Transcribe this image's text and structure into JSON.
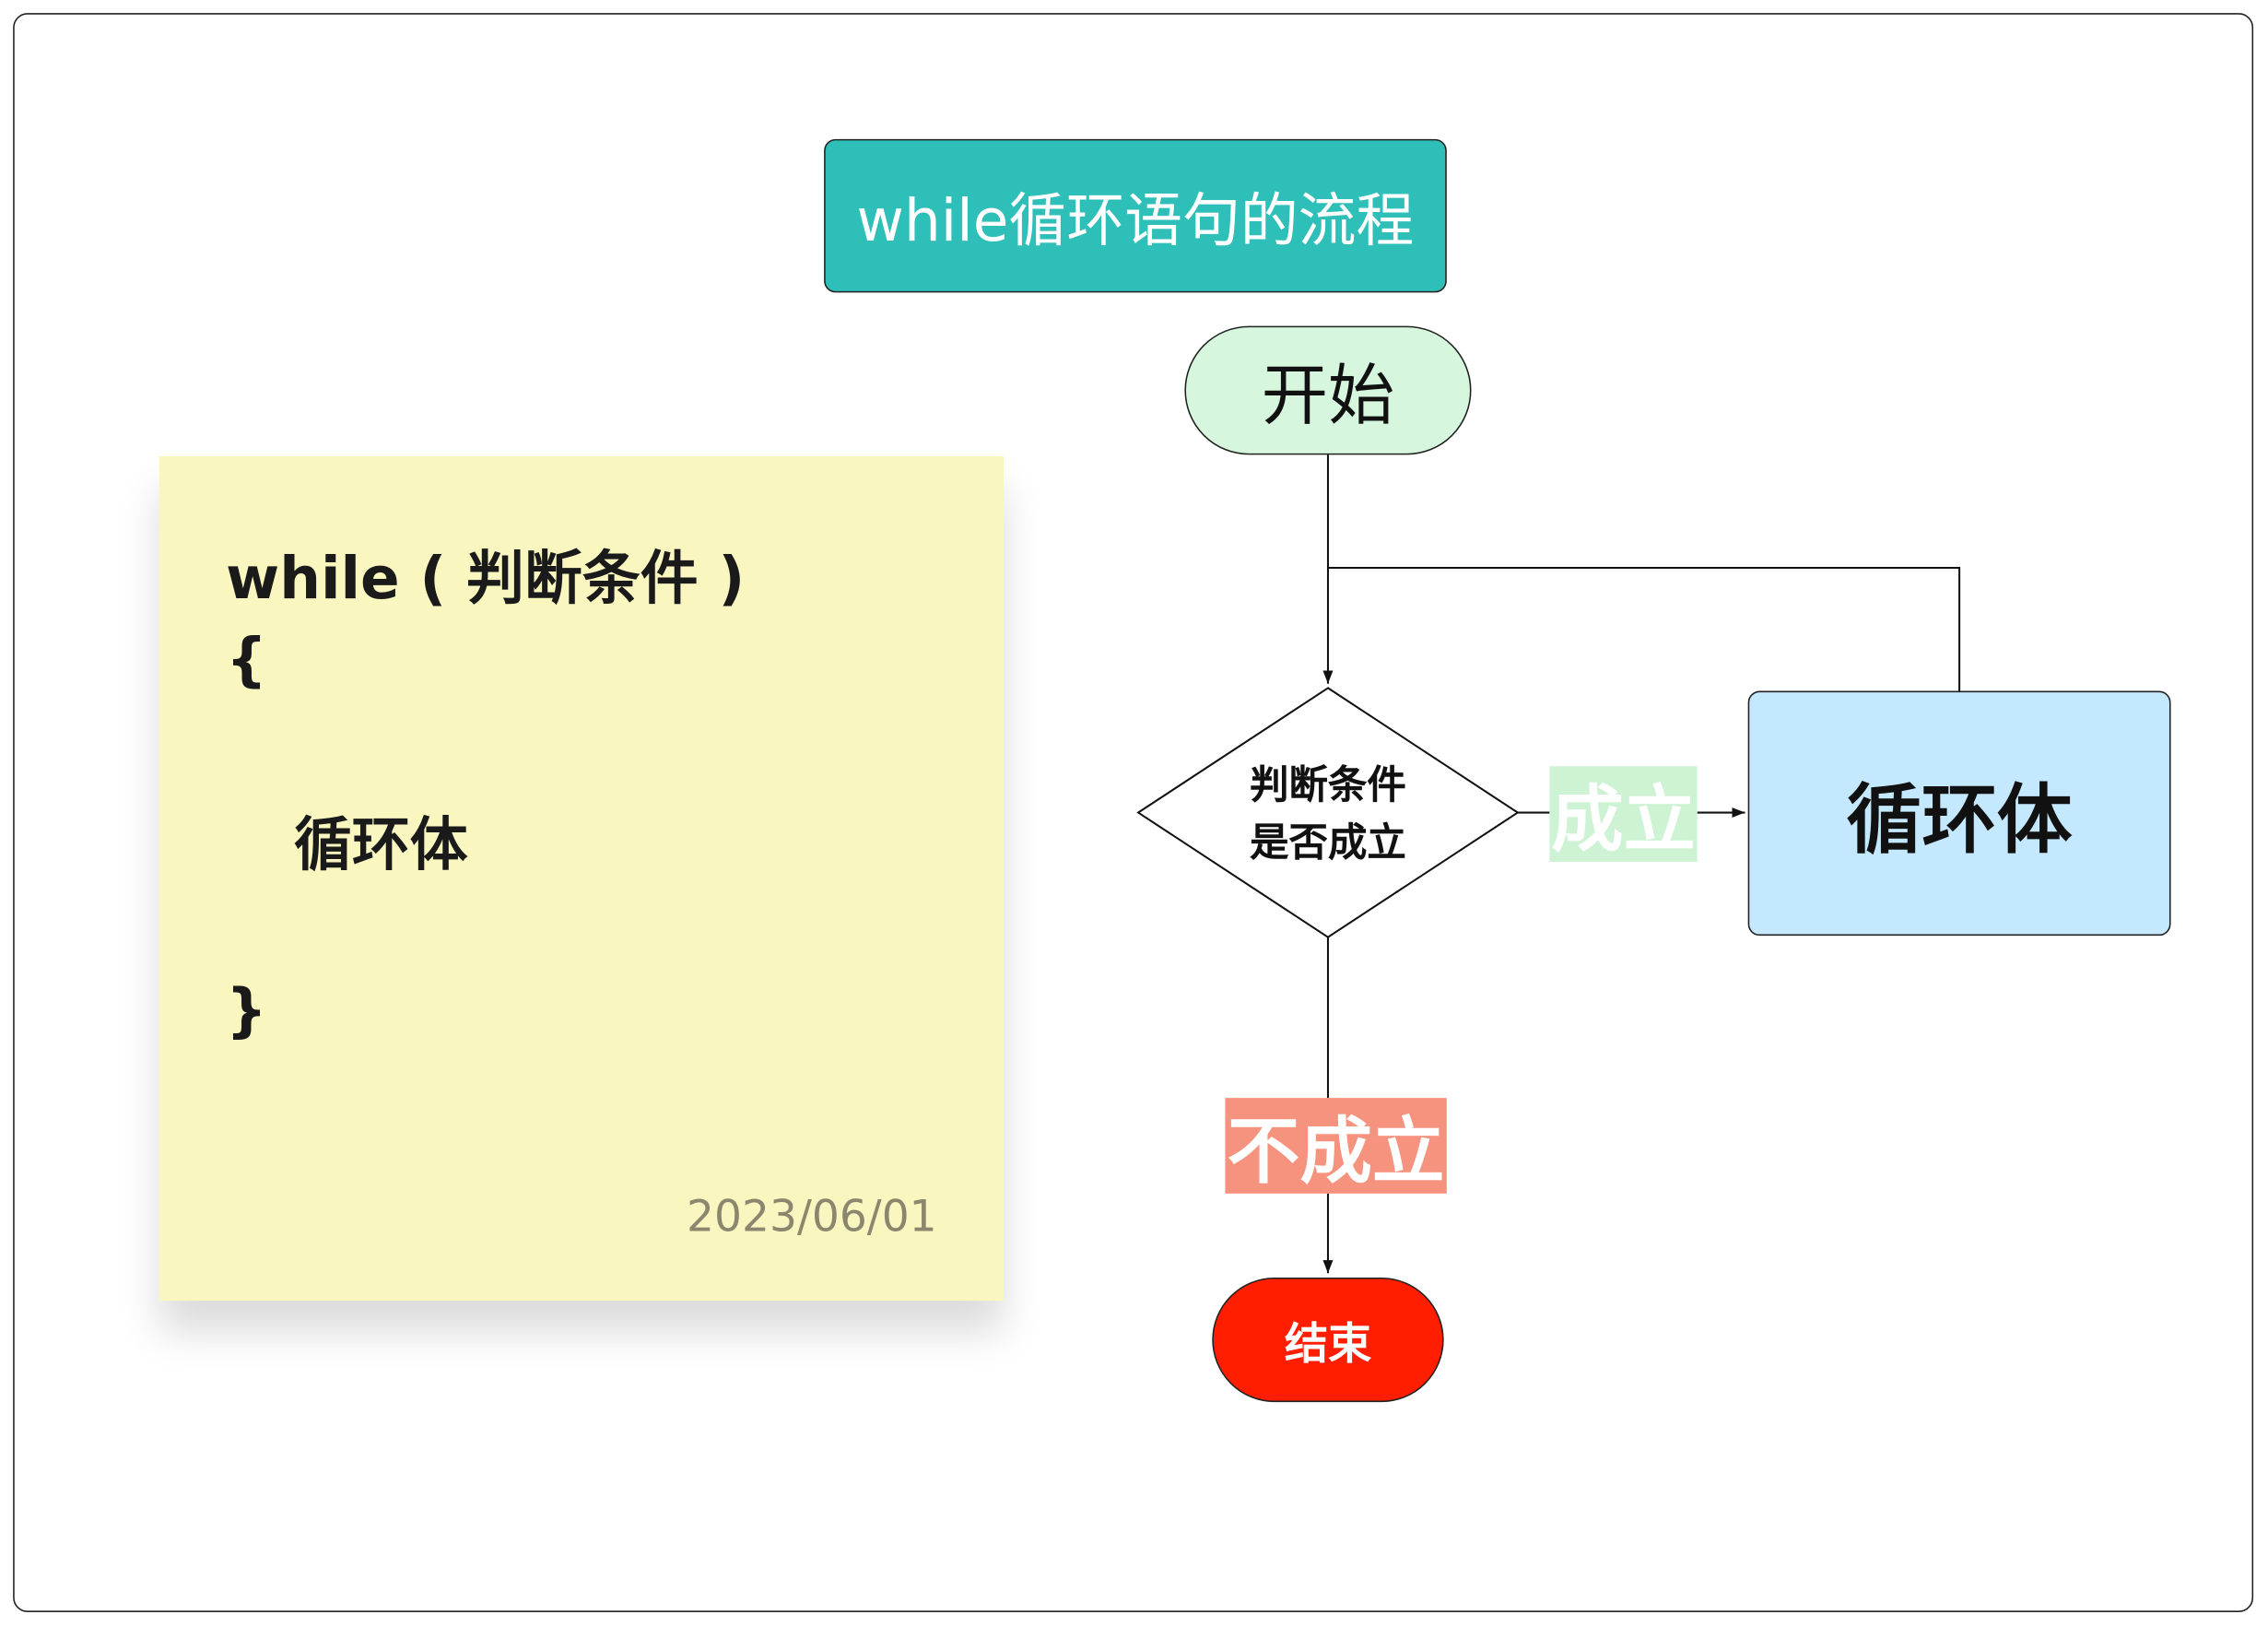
{
  "title": "while循环语句的流程",
  "note": {
    "lines": [
      "while ( 判断条件 )",
      "{",
      "循环体",
      "}"
    ],
    "date": "2023/06/01"
  },
  "flow": {
    "start": "开始",
    "decision": [
      "判断条件",
      "是否成立"
    ],
    "yes_label": "成立",
    "loop_body": "循环体",
    "no_label": "不成立",
    "end": "结束"
  },
  "colors": {
    "title_bg": "#2fbfb9",
    "note_bg": "#f9f6c0",
    "start_bg": "#d6f7dd",
    "yes_bg": "#cdf3d4",
    "body_bg": "#c4e8fe",
    "no_bg": "#f6937e",
    "end_bg": "#ff1f00"
  }
}
